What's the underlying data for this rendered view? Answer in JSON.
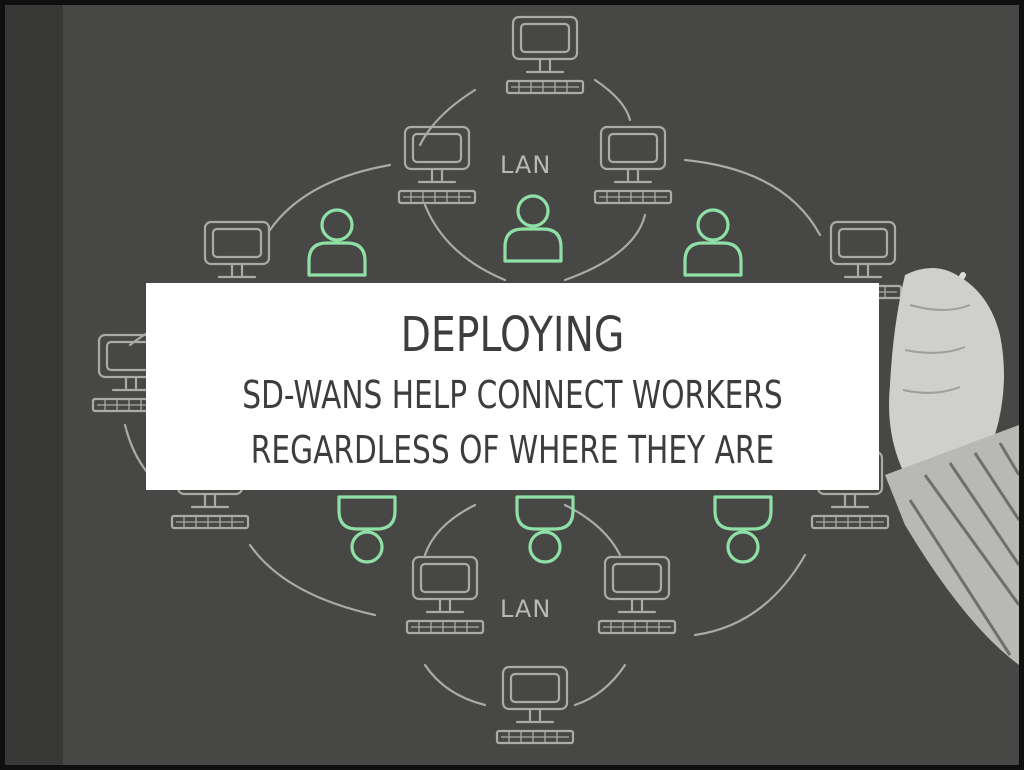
{
  "title": {
    "main": "DEPLOYING",
    "subtitle_line1": "SD-WANS HELP CONNECT WORKERS",
    "subtitle_line2": "REGARDLESS OF WHERE THEY ARE"
  },
  "diagram": {
    "lan_label_top": "LAN",
    "lan_label_bottom": "LAN"
  },
  "colors": {
    "background": "#474845",
    "frame": "#0f0f0f",
    "sketch": "#a9aba7",
    "person_outline": "#8fe0a6",
    "title_box": "#ffffff",
    "title_text": "#3d3d3d"
  }
}
